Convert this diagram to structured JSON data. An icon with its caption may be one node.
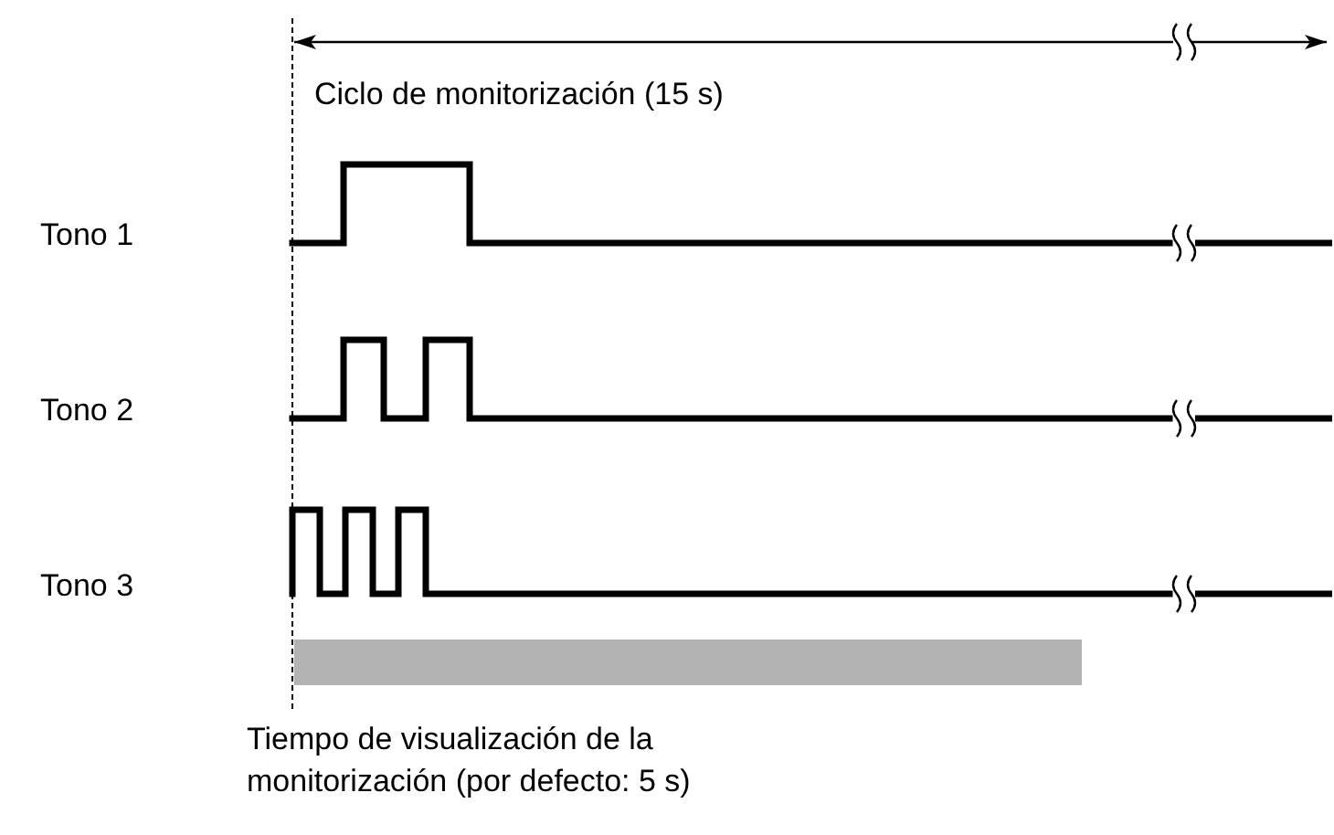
{
  "diagram": {
    "nodes": [
      {
        "text": [],
        "shape": "bar",
        "beside": [
          "Tiempo de visualización de la monitorización (por defecto: 5 s)"
        ]
      }
    ],
    "labels": [
      "Ciclo de monitorización (15 s)",
      "Tono 1",
      "Tono 2",
      "Tono 3"
    ]
  }
}
